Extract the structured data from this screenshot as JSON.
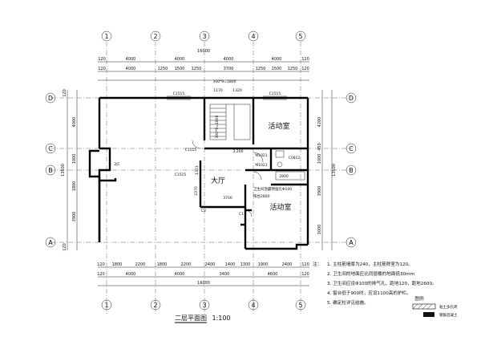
{
  "axes_top": [
    "1",
    "2",
    "3",
    "4",
    "5"
  ],
  "axes_left": [
    "D",
    "C",
    "B",
    "A"
  ],
  "dims_top_outer": [
    "120",
    "4000",
    "4000",
    "4000",
    "4000",
    "120"
  ],
  "dims_top_total": "16000",
  "dims_top_inner": [
    "120",
    "4000",
    "1250",
    "1500",
    "1250",
    "3700",
    "1250",
    "1500",
    "1250",
    "120"
  ],
  "dims_bottom_inner": [
    "120",
    "1800",
    "2200",
    "1800",
    "2200",
    "2400",
    "1400",
    "1300",
    "1900",
    "2400",
    "120"
  ],
  "dims_bottom_outer": [
    "120",
    "4000",
    "4000",
    "3400",
    "4600",
    "120"
  ],
  "dims_bottom_total": "16000",
  "dims_left": [
    "120",
    "4000",
    "1000",
    "1800",
    "3900",
    "120"
  ],
  "dims_left_total": "13500",
  "dims_right": [
    "4200",
    "450",
    "1000",
    "3900",
    "3000"
  ],
  "dims_right_total": "13500",
  "rooms": {
    "activity_1": "活动室",
    "hall": "大厅",
    "activity_2": "活动室"
  },
  "labels": {
    "stair_dim": "300*9=1800",
    "stair_dim2": "300*9=1800",
    "window_c1515_a": "C1515",
    "window_c1515_b": "C1515",
    "window_c1515_c": "C1515",
    "window_c1515_d": "C1515",
    "door_m1021_a": "M1021",
    "door_m1021_b": "M1021",
    "door_c0812": "C0812",
    "dim_3200": "3,200",
    "dim_3700": "3700",
    "dim_2800": "2800",
    "dim_1321": "1321",
    "dim_2370": "2370",
    "dim_1170": "1170",
    "dim_1320": "1320",
    "label_2jc": "2JC",
    "label_c1": "C1",
    "label_c2": "C2",
    "toilet_note": "卫生间浴霸预留孔Φ100",
    "balcony_note": "阳台2800"
  },
  "notes": {
    "prefix": "注：",
    "items": [
      "1. 主柱筋墙厚为240，主柱筋除室为120。",
      "2. 卫生间的地面应比同层楼的地面低30mm",
      "3. 卫生间应设Φ100的排气孔，距地120，距地2600。",
      "4. 窗台低于900时，应设1100高的护栏。",
      "5. 确定柱详见结施。"
    ]
  },
  "legend": {
    "title": "图例",
    "items": [
      "粘土多孔砖",
      "钢筋混凝土"
    ]
  },
  "drawing_title": "二层平面图",
  "drawing_scale": "1:100"
}
